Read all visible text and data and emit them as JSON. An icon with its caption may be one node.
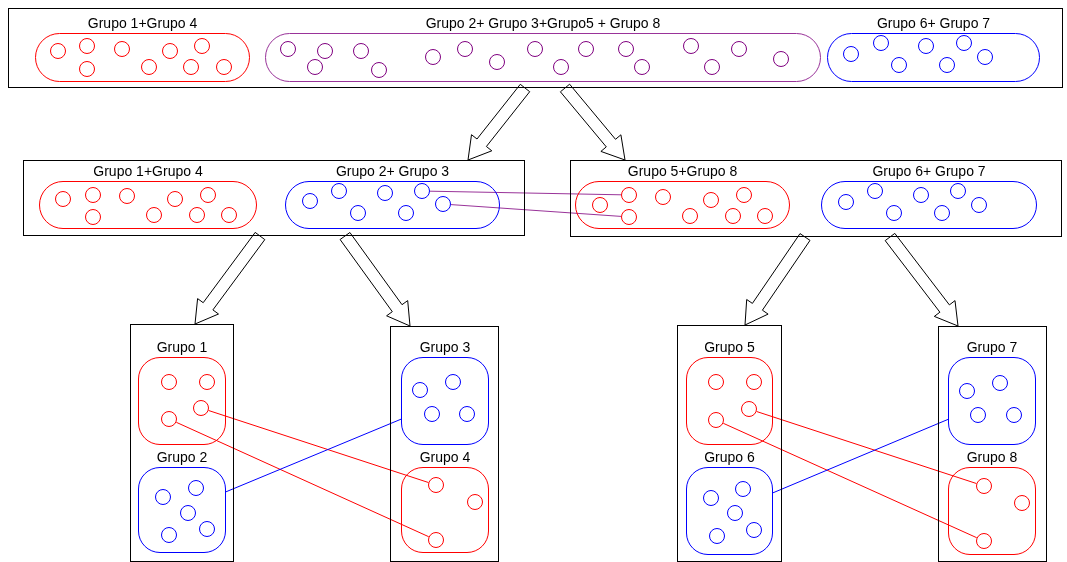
{
  "diagram": {
    "nodes": [
      {
        "text": [],
        "shape": "box"
      },
      {
        "text": [
          "Grupo 1+Grupo 4"
        ],
        "in": 0
      },
      {
        "text": [],
        "shape": "circle",
        "in": 1
      },
      {
        "text": [],
        "shape": "circle",
        "in": 1
      },
      {
        "text": [],
        "shape": "circle",
        "in": 1
      },
      {
        "text": [],
        "shape": "circle",
        "in": 1
      },
      {
        "text": [],
        "shape": "circle",
        "in": 1
      },
      {
        "text": [],
        "shape": "circle",
        "in": 1
      },
      {
        "text": [],
        "shape": "circle",
        "in": 1
      },
      {
        "text": [],
        "shape": "circle",
        "in": 1
      },
      {
        "text": [],
        "shape": "circle",
        "in": 1
      },
      {
        "text": [
          "Grupo 2+ Grupo 3+Grupo5 + Grupo 8"
        ],
        "in": 0
      },
      {
        "text": [],
        "shape": "circle",
        "in": 11
      },
      {
        "text": [],
        "shape": "circle",
        "in": 11
      },
      {
        "text": [],
        "shape": "circle",
        "in": 11
      },
      {
        "text": [],
        "shape": "circle",
        "in": 11
      },
      {
        "text": [],
        "shape": "circle",
        "in": 11
      },
      {
        "text": [],
        "shape": "circle",
        "in": 11
      },
      {
        "text": [],
        "shape": "circle",
        "in": 11
      },
      {
        "text": [],
        "shape": "circle",
        "in": 11
      },
      {
        "text": [],
        "shape": "circle",
        "in": 11
      },
      {
        "text": [],
        "shape": "circle",
        "in": 11
      },
      {
        "text": [],
        "shape": "circle",
        "in": 11
      },
      {
        "text": [],
        "shape": "circle",
        "in": 11
      },
      {
        "text": [],
        "shape": "circle",
        "in": 11
      },
      {
        "text": [],
        "shape": "circle",
        "in": 11
      },
      {
        "text": [],
        "shape": "circle",
        "in": 11
      },
      {
        "text": [],
        "shape": "circle",
        "in": 11
      },
      {
        "text": [],
        "shape": "circle",
        "in": 11
      },
      {
        "text": [
          "Grupo 6+ Grupo 7"
        ],
        "in": 0
      },
      {
        "text": [],
        "shape": "circle",
        "in": 29
      },
      {
        "text": [],
        "shape": "circle",
        "in": 29
      },
      {
        "text": [],
        "shape": "circle",
        "in": 29
      },
      {
        "text": [],
        "shape": "circle",
        "in": 29
      },
      {
        "text": [],
        "shape": "circle",
        "in": 29
      },
      {
        "text": [],
        "shape": "circle",
        "in": 29
      },
      {
        "text": [],
        "shape": "circle",
        "in": 29
      },
      {
        "text": [],
        "shape": "box"
      },
      {
        "text": [
          "Grupo 1+Grupo 4"
        ],
        "in": 37
      },
      {
        "text": [],
        "shape": "circle",
        "in": 38
      },
      {
        "text": [],
        "shape": "circle",
        "in": 38
      },
      {
        "text": [],
        "shape": "circle",
        "in": 38
      },
      {
        "text": [],
        "shape": "circle",
        "in": 38
      },
      {
        "text": [],
        "shape": "circle",
        "in": 38
      },
      {
        "text": [],
        "shape": "circle",
        "in": 38
      },
      {
        "text": [],
        "shape": "circle",
        "in": 38
      },
      {
        "text": [],
        "shape": "circle",
        "in": 38
      },
      {
        "text": [],
        "shape": "circle",
        "in": 38
      },
      {
        "text": [
          "Grupo 2+ Grupo 3"
        ],
        "in": 37
      },
      {
        "text": [],
        "shape": "circle",
        "in": 48
      },
      {
        "text": [],
        "shape": "circle",
        "in": 48
      },
      {
        "text": [],
        "shape": "circle",
        "in": 48
      },
      {
        "text": [],
        "shape": "circle",
        "in": 48
      },
      {
        "text": [],
        "shape": "circle",
        "in": 48
      },
      {
        "text": [],
        "shape": "circle",
        "in": 48
      },
      {
        "text": [],
        "shape": "circle",
        "in": 48
      },
      {
        "text": [],
        "shape": "box"
      },
      {
        "text": [
          "Grupo 5+Grupo 8"
        ],
        "in": 56
      },
      {
        "text": [],
        "shape": "circle",
        "in": 57
      },
      {
        "text": [],
        "shape": "circle",
        "in": 57
      },
      {
        "text": [],
        "shape": "circle",
        "in": 57
      },
      {
        "text": [],
        "shape": "circle",
        "in": 57
      },
      {
        "text": [],
        "shape": "circle",
        "in": 57
      },
      {
        "text": [],
        "shape": "circle",
        "in": 57
      },
      {
        "text": [],
        "shape": "circle",
        "in": 57
      },
      {
        "text": [],
        "shape": "circle",
        "in": 57
      },
      {
        "text": [],
        "shape": "circle",
        "in": 57
      },
      {
        "text": [
          "Grupo 6+ Grupo 7"
        ],
        "in": 56
      },
      {
        "text": [],
        "shape": "circle",
        "in": 67
      },
      {
        "text": [],
        "shape": "circle",
        "in": 67
      },
      {
        "text": [],
        "shape": "circle",
        "in": 67
      },
      {
        "text": [],
        "shape": "circle",
        "in": 67
      },
      {
        "text": [],
        "shape": "circle",
        "in": 67
      },
      {
        "text": [],
        "shape": "circle",
        "in": 67
      },
      {
        "text": [],
        "shape": "circle",
        "in": 67
      },
      {
        "text": [],
        "shape": "box"
      },
      {
        "text": [
          "Grupo 1"
        ],
        "in": 75
      },
      {
        "text": [],
        "shape": "circle",
        "in": 76
      },
      {
        "text": [],
        "shape": "circle",
        "in": 76
      },
      {
        "text": [],
        "shape": "circle",
        "in": 76
      },
      {
        "text": [],
        "shape": "circle",
        "in": 76
      },
      {
        "text": [
          "Grupo 2"
        ],
        "in": 75
      },
      {
        "text": [],
        "shape": "circle",
        "in": 81
      },
      {
        "text": [],
        "shape": "circle",
        "in": 81
      },
      {
        "text": [],
        "shape": "circle",
        "in": 81
      },
      {
        "text": [],
        "shape": "circle",
        "in": 81
      },
      {
        "text": [],
        "shape": "circle",
        "in": 81
      },
      {
        "text": [],
        "shape": "box"
      },
      {
        "text": [
          "Grupo 3"
        ],
        "in": 87
      },
      {
        "text": [],
        "shape": "circle",
        "in": 88
      },
      {
        "text": [],
        "shape": "circle",
        "in": 88
      },
      {
        "text": [],
        "shape": "circle",
        "in": 88
      },
      {
        "text": [],
        "shape": "circle",
        "in": 88
      },
      {
        "text": [
          "Grupo 4"
        ],
        "in": 87
      },
      {
        "text": [],
        "shape": "circle",
        "in": 93
      },
      {
        "text": [],
        "shape": "circle",
        "in": 93
      },
      {
        "text": [],
        "shape": "circle",
        "in": 93
      },
      {
        "text": [],
        "shape": "box"
      },
      {
        "text": [
          "Grupo 5"
        ],
        "in": 97
      },
      {
        "text": [],
        "shape": "circle",
        "in": 98
      },
      {
        "text": [],
        "shape": "circle",
        "in": 98
      },
      {
        "text": [],
        "shape": "circle",
        "in": 98
      },
      {
        "text": [],
        "shape": "circle",
        "in": 98
      },
      {
        "text": [
          "Grupo 6"
        ],
        "in": 97
      },
      {
        "text": [],
        "shape": "circle",
        "in": 103
      },
      {
        "text": [],
        "shape": "circle",
        "in": 103
      },
      {
        "text": [],
        "shape": "circle",
        "in": 103
      },
      {
        "text": [],
        "shape": "circle",
        "in": 103
      },
      {
        "text": [],
        "shape": "circle",
        "in": 103
      },
      {
        "text": [],
        "shape": "box"
      },
      {
        "text": [
          "Grupo 7"
        ],
        "in": 109
      },
      {
        "text": [],
        "shape": "circle",
        "in": 110
      },
      {
        "text": [],
        "shape": "circle",
        "in": 110
      },
      {
        "text": [],
        "shape": "circle",
        "in": 110
      },
      {
        "text": [],
        "shape": "circle",
        "in": 110
      },
      {
        "text": [
          "Grupo 8"
        ],
        "in": 109
      },
      {
        "text": [],
        "shape": "circle",
        "in": 115
      },
      {
        "text": [],
        "shape": "circle",
        "in": 115
      },
      {
        "text": [],
        "shape": "circle",
        "in": 115
      }
    ],
    "edges": [
      {
        "from": 0,
        "to": 37,
        "arrow": "to",
        "style": "thick"
      },
      {
        "from": 0,
        "to": 56,
        "arrow": "to",
        "style": "thick"
      },
      {
        "from": 54,
        "to": 59,
        "arrow": "none",
        "color": "#993399"
      },
      {
        "from": 55,
        "to": 60,
        "arrow": "none",
        "color": "#993399"
      },
      {
        "from": 37,
        "to": 75,
        "arrow": "to",
        "style": "thick"
      },
      {
        "from": 37,
        "to": 87,
        "arrow": "to",
        "style": "thick"
      },
      {
        "from": 56,
        "to": 97,
        "arrow": "to",
        "style": "thick"
      },
      {
        "from": 56,
        "to": 109,
        "arrow": "to",
        "style": "thick"
      },
      {
        "from": 79,
        "to": 94,
        "arrow": "none",
        "color": "#ff0000"
      },
      {
        "from": 78,
        "to": 95,
        "arrow": "none",
        "color": "#ff0000"
      },
      {
        "from": 81,
        "to": 88,
        "arrow": "none",
        "color": "#0000ff"
      },
      {
        "from": 101,
        "to": 116,
        "arrow": "none",
        "color": "#ff0000"
      },
      {
        "from": 100,
        "to": 117,
        "arrow": "none",
        "color": "#ff0000"
      },
      {
        "from": 103,
        "to": 110,
        "arrow": "none",
        "color": "#0000ff"
      }
    ]
  }
}
